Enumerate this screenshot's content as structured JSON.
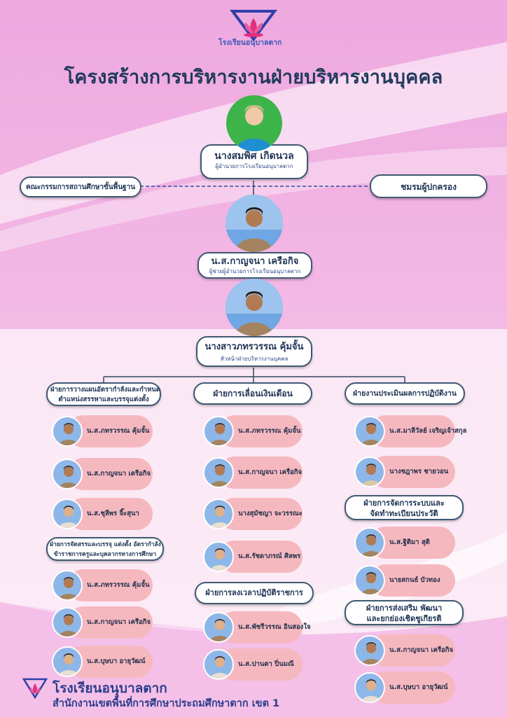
{
  "school_logo_text": "โรงเรียนอนุบาลตาก",
  "title": "โครงสร้างการบริหารงานฝ่ายบริหารงานบุคคล",
  "director": {
    "name": "นางสมพิศ เกิดนวล",
    "position": "ผู้อำนวยการโรงเรียนอนุบาลตาก"
  },
  "board_left": "คณะกรรมการสถานศึกษาขั้นพื้นฐาน",
  "board_right": "ชมรมผู้ปกครอง",
  "deputy": {
    "name": "น.ส.กาญจนา เครือกิจ",
    "position": "ผู้ช่วยผู้อำนวยการโรงเรียนอนุบาลตาก"
  },
  "head": {
    "name": "นางสาวภทรวรรณ คุ้มจั้น",
    "position": "หัวหน้าฝ่ายบริหารงานบุคคล"
  },
  "columns": {
    "left": {
      "dept1": {
        "line1": "ฝ่ายการวางแผนอัตรากำลังและกำหนด",
        "line2": "ตำแหน่งสรรหาและบรรจุแต่งตั้ง",
        "members": [
          "น.ส.ภทรวรรณ  คุ้มจั้น",
          "น.ส.กาญจนา  เครือกิจ",
          "น.ส.ชุลีพร  จิ๊ะสุนา"
        ]
      },
      "dept2": {
        "line1": "ฝ่ายการจัดสรรและบรรจุ แต่งตั้ง อัตรากำลัง",
        "line2": "ข้าราชการครูและบุคลากรทางการศึกษา",
        "members": [
          "น.ส.ภทรวรรณ  คุ้มจั้น",
          "น.ส.กาญจนา  เครือกิจ",
          "น.ส.บุษบา  อายุวัฒน์"
        ]
      }
    },
    "middle": {
      "dept1": {
        "label": "ฝ่ายการเลื่อนเงินเดือน",
        "members": [
          "น.ส.ภทรวรรณ  คุ้มจั้น",
          "น.ส.กาญจนา  เครือกิจ",
          "นางสุมัชญา  จะวรรณะ",
          "น.ส.รัชดาภรณ์  ศิลพร"
        ]
      },
      "dept2": {
        "label": "ฝ่ายการลงเวลาปฏิบัติราชการ",
        "members": [
          "น.ส.พัชรีวรรณ  อินสองใจ",
          "น.ส.ปานตา  ปิ่นมณี"
        ]
      }
    },
    "right": {
      "dept1": {
        "label": "ฝ่ายงานประเมินผลการปฏิบัติงาน",
        "members": [
          "น.ส.มาลีวัลย์  เจริญเจ้าสกุล",
          "นางชฎาพร  ชายวอน"
        ]
      },
      "dept2": {
        "line1": "ฝ่ายการจัดการระบบและ",
        "line2": "จัดทำทะเบียนประวัติ",
        "members": [
          "น.ส.ฐิติมา  สุติ",
          "นายสกนธ์  บัวทอง"
        ]
      },
      "dept3": {
        "line1": "ฝ่ายการส่งเสริม พัฒนา",
        "line2": "และยกย่องเชิดชูเกียรติ",
        "members": [
          "น.ส.กาญจนา  เครือกิจ",
          "น.ส.บุษบา  อายุวัฒน์"
        ]
      }
    }
  },
  "footer": {
    "school": "โรงเรียนอนุบาลตาก",
    "office": "สำนักงานเขตพื้นที่การศึกษาประถมศึกษาตาก เขต 1"
  },
  "colors": {
    "navy": "#1f3556",
    "pink_bar": "#f6b8bf",
    "background": "#f3b7e5",
    "director_circle": "#3cb44a"
  }
}
